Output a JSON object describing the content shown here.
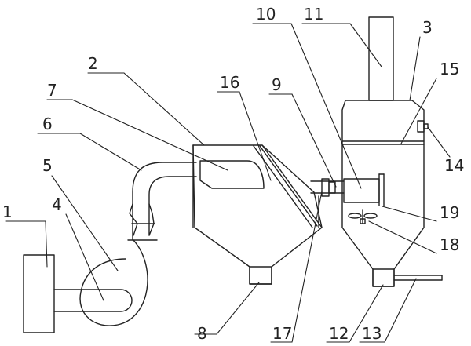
{
  "labels": {
    "l1": "1",
    "l2": "2",
    "l3": "3",
    "l4": "4",
    "l5": "5",
    "l6": "6",
    "l7": "7",
    "l8": "8",
    "l9": "9",
    "l10": "10",
    "l11": "11",
    "l12": "12",
    "l13": "13",
    "l14": "14",
    "l15": "15",
    "l16": "16",
    "l17": "17",
    "l18": "18",
    "l19": "19"
  },
  "colors": {
    "line": "#222222",
    "background": "#ffffff"
  }
}
